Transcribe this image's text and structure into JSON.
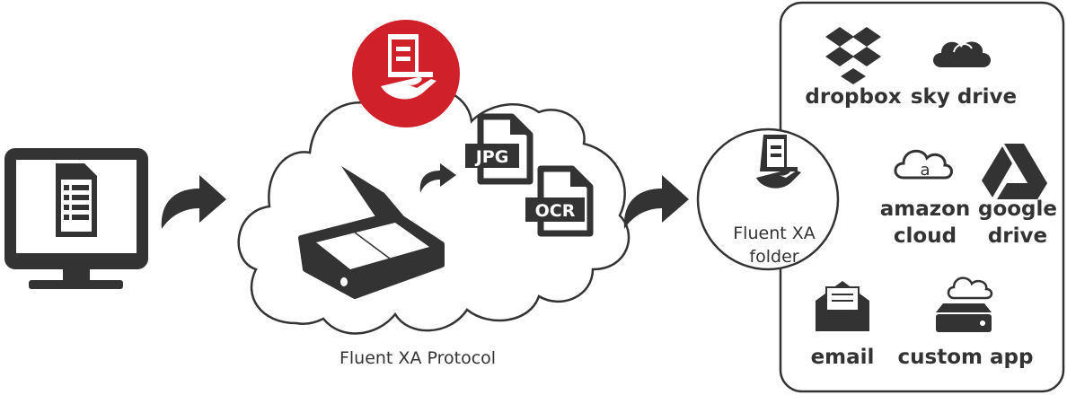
{
  "colors": {
    "dark": "#333333",
    "brand_red": "#d0202a",
    "outline": "#333333"
  },
  "protocol": {
    "label": "Fluent XA Protocol",
    "file_tags": [
      "JPG",
      "OCR"
    ]
  },
  "folder": {
    "line1": "Fluent XA",
    "line2": "folder"
  },
  "destinations": [
    {
      "icon": "dropbox-icon",
      "lines": [
        "dropbox"
      ]
    },
    {
      "icon": "sky-drive-icon",
      "lines": [
        "sky drive"
      ]
    },
    {
      "icon": "amazon-cloud-icon",
      "lines": [
        "amazon",
        "cloud"
      ],
      "glyph": "a"
    },
    {
      "icon": "google-drive-icon",
      "lines": [
        "google",
        "drive"
      ]
    },
    {
      "icon": "email-icon",
      "lines": [
        "email"
      ]
    },
    {
      "icon": "custom-app-icon",
      "lines": [
        "custom app"
      ]
    }
  ]
}
